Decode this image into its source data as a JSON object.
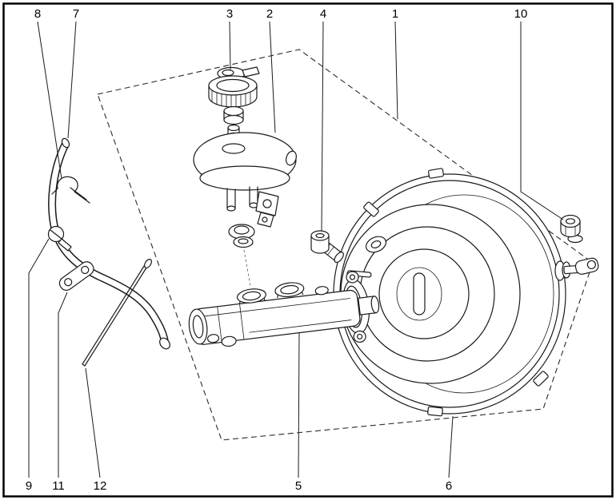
{
  "figure": {
    "background_color": "#ffffff",
    "line_color": "#1a1a1a",
    "dash_color": "#2b2b2b",
    "frame_color": "#000000"
  },
  "callouts": [
    {
      "id": 1,
      "label": "1"
    },
    {
      "id": 2,
      "label": "2"
    },
    {
      "id": 3,
      "label": "3"
    },
    {
      "id": 4,
      "label": "4"
    },
    {
      "id": 5,
      "label": "5"
    },
    {
      "id": 6,
      "label": "6"
    },
    {
      "id": 7,
      "label": "7"
    },
    {
      "id": 8,
      "label": "8"
    },
    {
      "id": 9,
      "label": "9"
    },
    {
      "id": 10,
      "label": "10"
    },
    {
      "id": 11,
      "label": "11"
    },
    {
      "id": 12,
      "label": "12"
    }
  ]
}
